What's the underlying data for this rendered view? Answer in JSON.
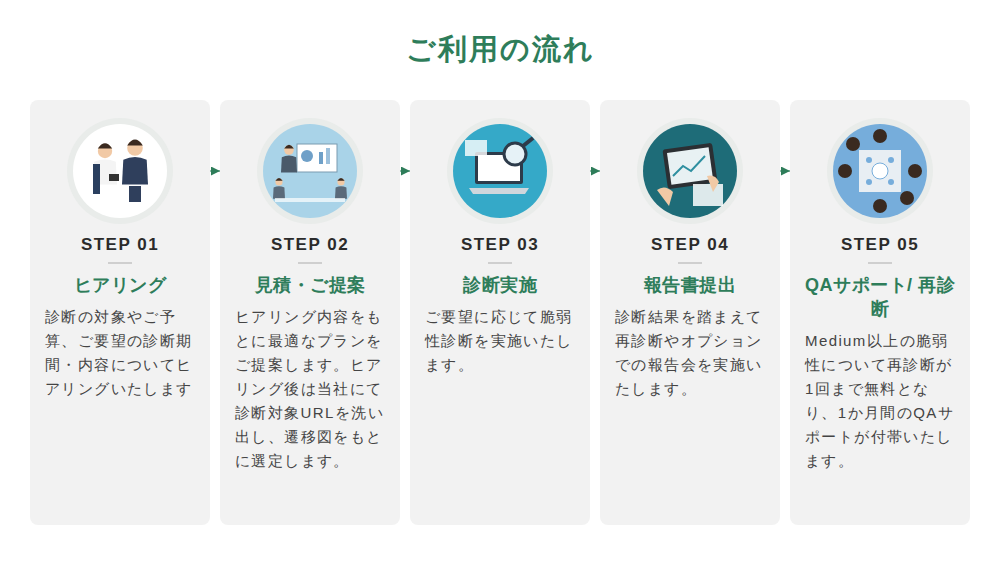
{
  "diagram": {
    "title": "ご利用の流れ",
    "nodes": [
      {
        "text": [
          "STEP 01",
          "ヒアリング",
          "診断の対象やご予算、ご要望の診断期間・内容についてヒアリングいたします"
        ]
      },
      {
        "text": [
          "STEP 02",
          "見積・ご提案",
          "ヒアリング内容をもとに最適なプランをご提案します。ヒアリング後は当社にて診断対象URLを洗い出し、遷移図をもとに選定します。"
        ]
      },
      {
        "text": [
          "STEP 03",
          "診断実施",
          "ご要望に応じて脆弱性診断を実施いたします。"
        ]
      },
      {
        "text": [
          "STEP 04",
          "報告書提出",
          "診断結果を踏まえて再診断やオプションでの報告会を実施いたします。"
        ]
      },
      {
        "text": [
          "STEP 05",
          "QAサポート/ 再診断",
          "Medium以上の脆弱性について再診断が1回まで無料となり、1か月間のQAサポートが付帯いたします。"
        ]
      }
    ],
    "edges": [
      {
        "from": 0,
        "to": 1,
        "arrow": "to"
      },
      {
        "from": 1,
        "to": 2,
        "arrow": "to"
      },
      {
        "from": 2,
        "to": 3,
        "arrow": "to"
      },
      {
        "from": 3,
        "to": 4,
        "arrow": "to"
      }
    ]
  }
}
